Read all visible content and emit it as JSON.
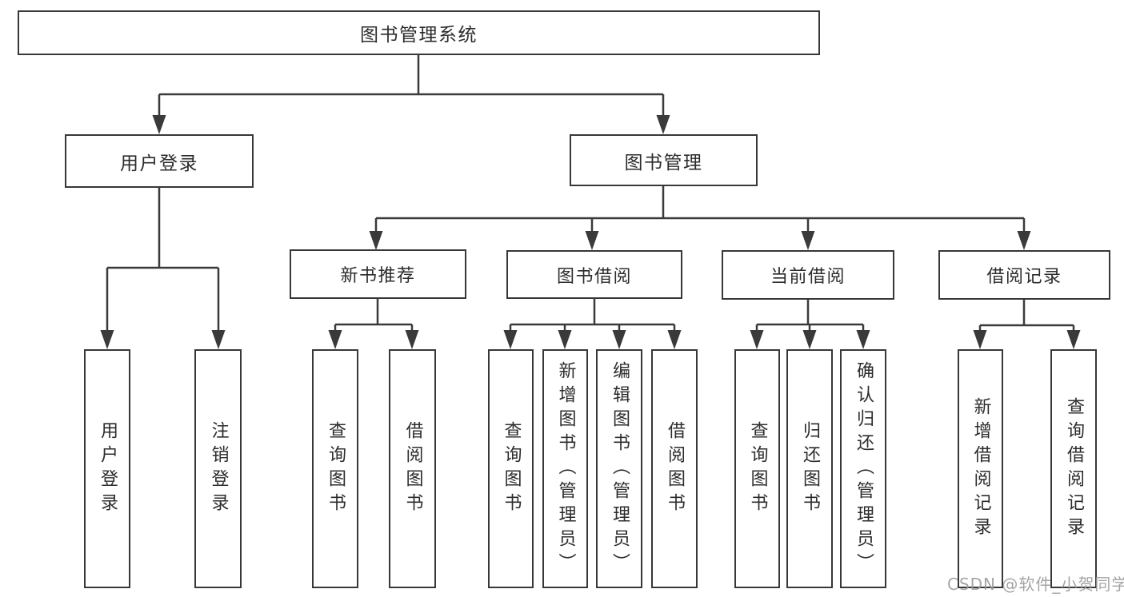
{
  "tree": {
    "root": {
      "label": "图书管理系统",
      "children": [
        {
          "label": "用户登录",
          "children": [
            {
              "label": "用户登录"
            },
            {
              "label": "注销登录"
            }
          ]
        },
        {
          "label": "图书管理",
          "children": [
            {
              "label": "新书推荐",
              "children": [
                {
                  "label": "查询图书"
                },
                {
                  "label": "借阅图书"
                }
              ]
            },
            {
              "label": "图书借阅",
              "children": [
                {
                  "label": "查询图书"
                },
                {
                  "label": "新增图书（管理员）"
                },
                {
                  "label": "编辑图书（管理员）"
                },
                {
                  "label": "借阅图书"
                }
              ]
            },
            {
              "label": "当前借阅",
              "children": [
                {
                  "label": "查询图书"
                },
                {
                  "label": "归还图书"
                },
                {
                  "label": "确认归还（管理员）"
                }
              ]
            },
            {
              "label": "借阅记录",
              "children": [
                {
                  "label": "新增借阅记录"
                },
                {
                  "label": "查询借阅记录"
                }
              ]
            }
          ]
        }
      ]
    }
  },
  "watermark": {
    "text": "CSDN @软件_小贺同学"
  },
  "colors": {
    "line": "#3a3a3a",
    "box_border": "#383838",
    "text": "#2c2c2c",
    "watermark": "#9b9b9b",
    "background": "#ffffff"
  }
}
